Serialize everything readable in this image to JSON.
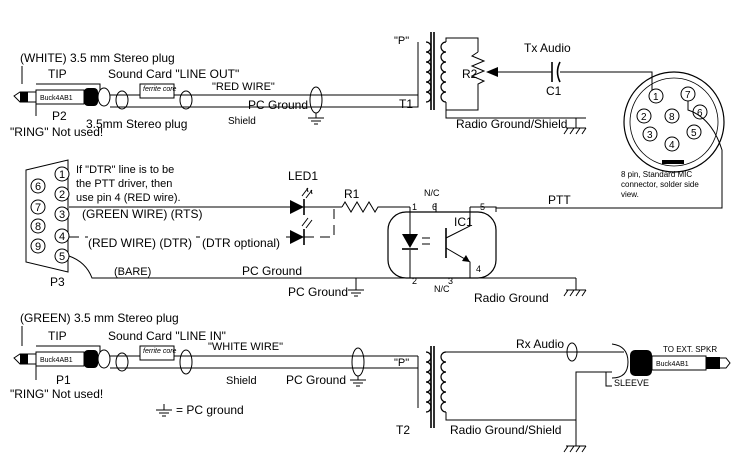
{
  "top_plug": {
    "heading": "(WHITE) 3.5 mm Stereo plug",
    "tip": "TIP",
    "ring_note": "\"RING\" Not used!",
    "id": "P2",
    "label": "3.5mm Stereo plug",
    "sound_card": "Sound Card \"LINE OUT\"",
    "ferrite": "ferrite core",
    "red_wire": "\"RED WIRE\"",
    "pc_ground": "PC Ground",
    "shield": "Shield",
    "plug_brand": "Buck4AB1"
  },
  "tx_section": {
    "p_mark": "\"P\"",
    "transformer": "T1",
    "pot": "R2",
    "tx_audio": "Tx Audio",
    "cap": "C1",
    "radio_ground": "Radio Ground/Shield"
  },
  "mic_connector": {
    "pins": [
      "1",
      "2",
      "3",
      "4",
      "5",
      "6",
      "7",
      "8"
    ],
    "note_lines": [
      "8 pin, Standard MIC",
      "connector, solder side",
      "view."
    ]
  },
  "db9": {
    "id": "P3",
    "pins": [
      "1",
      "2",
      "3",
      "4",
      "5",
      "6",
      "7",
      "8",
      "9"
    ],
    "dtr_note_lines": [
      "If \"DTR\" line is to be",
      "the PTT driver, then",
      "use pin 4 (RED wire)."
    ],
    "green_wire": "(GREEN WIRE) (RTS)",
    "red_wire": "(RED WIRE) (DTR)",
    "dtr_optional": "(DTR optional)",
    "bare": "(BARE)",
    "pc_ground_wire": "PC Ground",
    "pc_ground": "PC Ground"
  },
  "opto": {
    "led": "LED1",
    "resistor": "R1",
    "ic": "IC1",
    "nc_top": "N/C",
    "nc_bottom": "N/C",
    "pins": [
      "1",
      "2",
      "3",
      "4",
      "5",
      "6"
    ],
    "ptt": "PTT",
    "radio_ground": "Radio Ground"
  },
  "bottom_plug": {
    "heading": "(GREEN) 3.5 mm Stereo plug",
    "tip": "TIP",
    "ring_note": "\"RING\" Not used!",
    "id": "P1",
    "sound_card": "Sound Card \"LINE IN\"",
    "ferrite": "ferrite core",
    "white_wire": "\"WHITE WIRE\"",
    "shield": "Shield",
    "pc_ground": "PC Ground",
    "legend": "= PC ground",
    "plug_brand": "Buck4AB1"
  },
  "rx_section": {
    "p_mark": "\"P\"",
    "transformer": "T2",
    "rx_audio": "Rx Audio",
    "radio_ground": "Radio Ground/Shield",
    "ext_spkr": "TO EXT. SPKR",
    "sleeve": "SLEEVE",
    "plug_brand": "Buck4AB1"
  }
}
